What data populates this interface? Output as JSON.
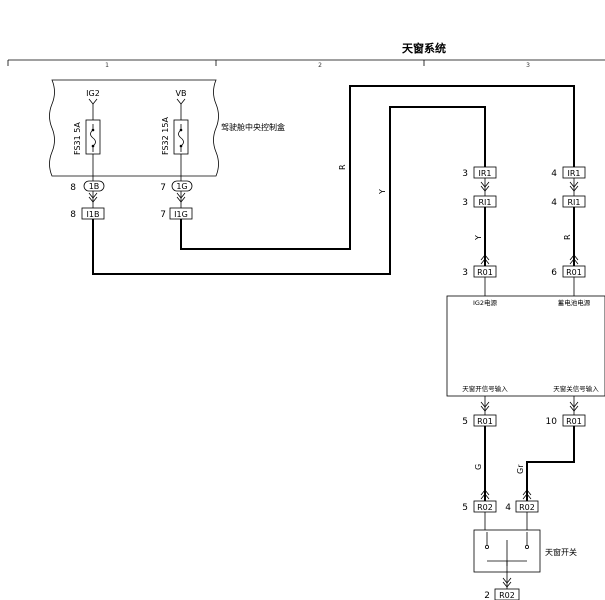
{
  "title": "天窗系统",
  "grid_labels": [
    "1",
    "2",
    "3"
  ],
  "fuses": {
    "fs31": {
      "source": "IG2",
      "name": "FS31 5A"
    },
    "fs32": {
      "source": "VB",
      "name": "FS32 15A"
    }
  },
  "control_box_label": "驾驶舱中央控制盒",
  "wire_colors": {
    "r_top": "R",
    "y_mid": "Y",
    "y_right": "Y",
    "r_right": "R",
    "g": "G",
    "gr": "Gr"
  },
  "pins": {
    "p8a": "8",
    "p7a": "7",
    "p8b": "8",
    "p7b": "7",
    "p3a": "3",
    "p4a": "4",
    "p3b": "3",
    "p4b": "4",
    "p3c": "3",
    "p6c": "6",
    "p5d": "5",
    "p10d": "10",
    "p5e": "5",
    "p4e": "4",
    "p2f": "2"
  },
  "connectors": {
    "c1B": "1B",
    "c1G": "1G",
    "cI1B": "I1B",
    "cI1G": "I1G",
    "cIR1a": "IR1",
    "cIR1b": "IR1",
    "cRI1a": "RI1",
    "cRI1b": "RI1",
    "cR01a": "R01",
    "cR01b": "R01",
    "cR01c": "R01",
    "cR01d": "R01",
    "cR02a": "R02",
    "cR02b": "R02",
    "cR02c": "R02"
  },
  "module": {
    "ig2_power": "IG2电源",
    "battery_power": "蓄电池电源",
    "open_signal": "天窗开信号输入",
    "close_signal": "天窗关信号输入"
  },
  "switch_label": "天窗开关"
}
